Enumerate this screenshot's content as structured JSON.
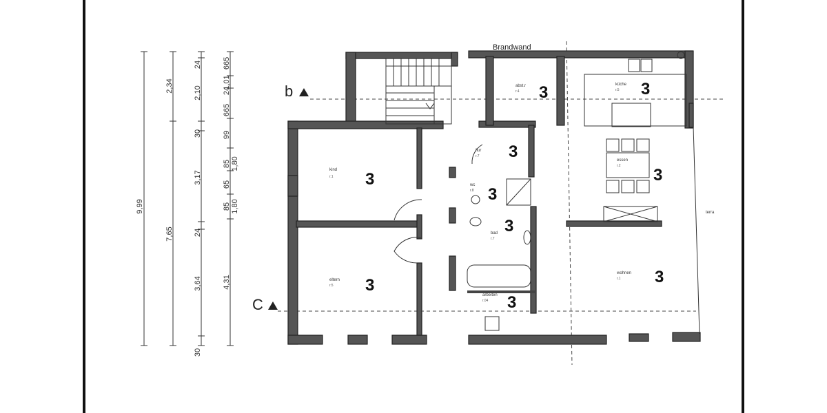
{
  "title": "Brandwand",
  "section_markers": [
    "b",
    "C"
  ],
  "room_number": "3",
  "rooms": [
    {
      "id": "stair",
      "label": "",
      "sub": ""
    },
    {
      "id": "abstell",
      "label": "abst.r",
      "sub": "r.4"
    },
    {
      "id": "kueche",
      "label": "küche",
      "sub": "r.5"
    },
    {
      "id": "diele",
      "label": "flur",
      "sub": "r.7"
    },
    {
      "id": "kind",
      "label": "kind",
      "sub": "r.1"
    },
    {
      "id": "wc",
      "label": "wc",
      "sub": "r.8"
    },
    {
      "id": "essen",
      "label": "essen",
      "sub": "r.2"
    },
    {
      "id": "bad",
      "label": "bad",
      "sub": "r.7"
    },
    {
      "id": "eltern",
      "label": "eltern",
      "sub": "r.5"
    },
    {
      "id": "arbeiten",
      "label": "arbeiten",
      "sub": "r.04"
    },
    {
      "id": "wohnen",
      "label": "wohnen",
      "sub": "r.1"
    },
    {
      "id": "terrasse",
      "label": "terra",
      "sub": ""
    }
  ],
  "dimension_chains": [
    {
      "id": "chain1",
      "labels": [
        "9,99"
      ]
    },
    {
      "id": "chain2",
      "labels": [
        "2,34",
        "7,65"
      ]
    },
    {
      "id": "chain3",
      "labels": [
        "24",
        "2,10",
        "30",
        "3,17",
        "24",
        "3,64",
        "30"
      ]
    },
    {
      "id": "chain4",
      "labels": [
        "665",
        "1,01",
        "24",
        "665",
        "99",
        "85",
        "1,80",
        "65",
        "85",
        "1,80",
        "4,31"
      ]
    }
  ]
}
